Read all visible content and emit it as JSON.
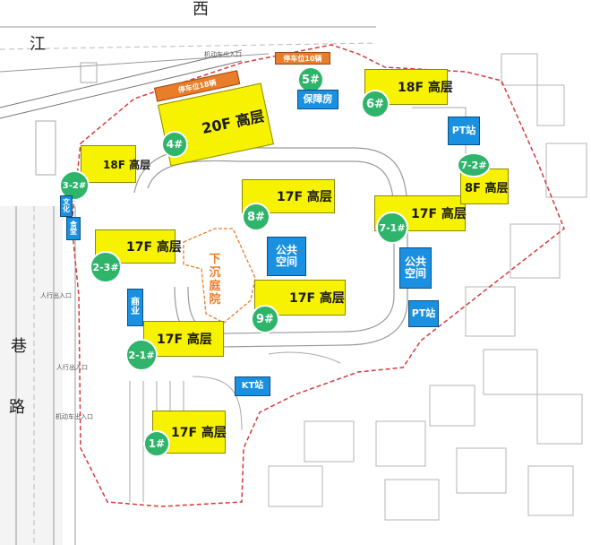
{
  "map": {
    "roads": {
      "top": "西",
      "left_1": "江",
      "left_2": "巷",
      "left_3": "路"
    },
    "buildings": [
      {
        "id": "b1",
        "num": "1#",
        "label": "17F 高层"
      },
      {
        "id": "b21",
        "num": "2-1#",
        "label": "17F 高层"
      },
      {
        "id": "b23",
        "num": "2-3#",
        "label": "17F 高层"
      },
      {
        "id": "b32",
        "num": "3-2#",
        "label": "18F 高层"
      },
      {
        "id": "b4",
        "num": "4#",
        "label": "20F 高层"
      },
      {
        "id": "b5",
        "num": "5#",
        "label": ""
      },
      {
        "id": "b6",
        "num": "6#",
        "label": "18F 高层"
      },
      {
        "id": "b71",
        "num": "7-1#",
        "label": "17F 高层"
      },
      {
        "id": "b72",
        "num": "7-2#",
        "label": "8F 高层"
      },
      {
        "id": "b8",
        "num": "8#",
        "label": "17F 高层"
      },
      {
        "id": "b9",
        "num": "9#",
        "label": "17F 高层"
      }
    ],
    "facilities": {
      "baozhang": "保障房",
      "public1": "公共\n空间",
      "public2": "公共\n空间",
      "pt1": "PT站",
      "pt2": "PT站",
      "kt": "KT站",
      "wenhua": "文\n化",
      "canting": "食\n堂",
      "shangye": "商\n业",
      "sunken": "下\n沉\n庭\n院"
    },
    "parking": {
      "p1": "停车位18辆",
      "p2": "停车位10辆"
    },
    "entrances": {
      "vehicle_top": "机动车出入口",
      "ped_1": "人行出入口",
      "ped_2": "人行出入口",
      "vehicle_left": "机动车出入口"
    }
  }
}
